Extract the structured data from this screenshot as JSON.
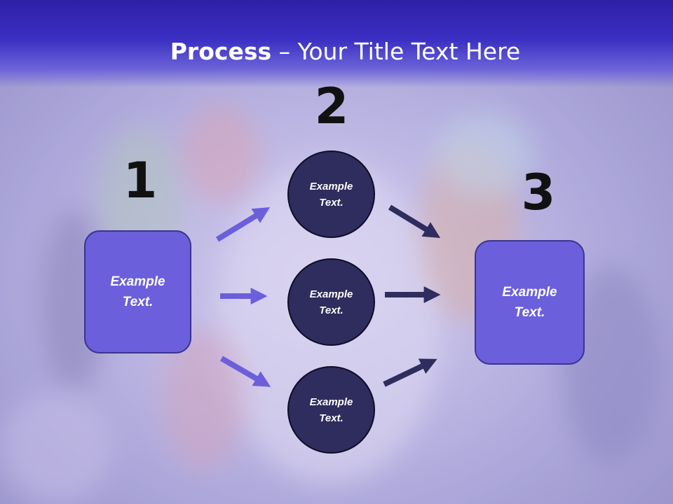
{
  "title": {
    "bold": "Process",
    "rest": " – Your Title Text Here"
  },
  "steps": [
    {
      "number": "1",
      "text": "Example Text."
    },
    {
      "number": "2",
      "items": [
        {
          "text": "Example Text."
        },
        {
          "text": "Example Text."
        },
        {
          "text": "Example Text."
        }
      ]
    },
    {
      "number": "3",
      "text": "Example Text."
    }
  ],
  "colors": {
    "title_bar": "#2d1fa6",
    "box_fill": "#6b5fdc",
    "circle_fill": "#2f2c5e",
    "arrow_in": "#6b5fdc",
    "arrow_out": "#2f2c5e"
  }
}
